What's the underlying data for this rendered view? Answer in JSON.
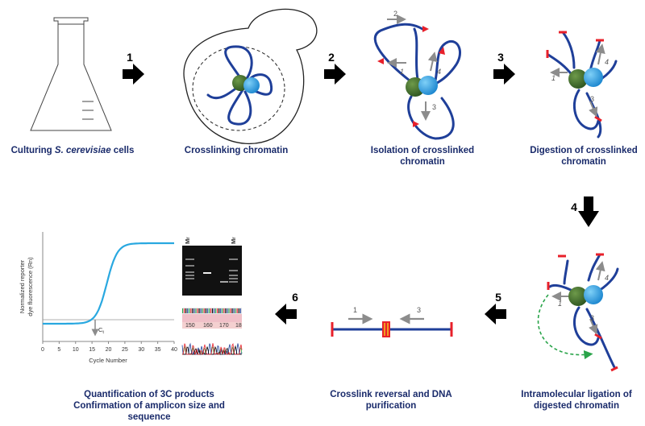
{
  "steps": [
    {
      "number": "1",
      "caption_prefix": "Culturing ",
      "caption_italic": "S. cerevisiae",
      "caption_suffix": " cells"
    },
    {
      "number": "2",
      "caption": "Crosslinking chromatin"
    },
    {
      "number": "3",
      "caption_line1": "Isolation of crosslinked",
      "caption_line2": "chromatin"
    },
    {
      "number": "4",
      "caption_line1": "Digestion of crosslinked",
      "caption_line2": "chromatin"
    },
    {
      "number": "5",
      "caption_line1": "Intramolecular ligation of",
      "caption_line2": "digested chromatin"
    },
    {
      "number": "6",
      "caption_line1": "Crosslink reversal and DNA",
      "caption_line2": "purification"
    }
  ],
  "final_caption": {
    "line1": "Quantification of 3C products",
    "line2": "Confirmation of amplicon size and",
    "line3": "sequence"
  },
  "primer_labels": [
    "1",
    "2",
    "3",
    "4"
  ],
  "linear_dna_primers": [
    "1",
    "3"
  ],
  "gel": {
    "marker_label": "M",
    "marker_sub": "r"
  },
  "sequence_positions": [
    "150",
    "160",
    "170",
    "18"
  ],
  "qpcr": {
    "ylabel_line1": "Normalized reporter",
    "ylabel_line2": "dye fluorescence (Rn)",
    "xlabel": "Cycle Number",
    "threshold_label": "C",
    "threshold_sub": "t",
    "x_ticks": [
      "0",
      "5",
      "10",
      "15",
      "20",
      "25",
      "30",
      "35",
      "40"
    ]
  },
  "colors": {
    "chromatin": "#1f3f99",
    "caption": "#1a2b6b",
    "restriction_site": "#e8202a",
    "primer_arrow": "#8c8c8c",
    "protein_green": "#3d6b2a",
    "protein_blue": "#2b9ee0",
    "curve": "#29a8e0",
    "ligation_arrow": "#2aa44a"
  }
}
